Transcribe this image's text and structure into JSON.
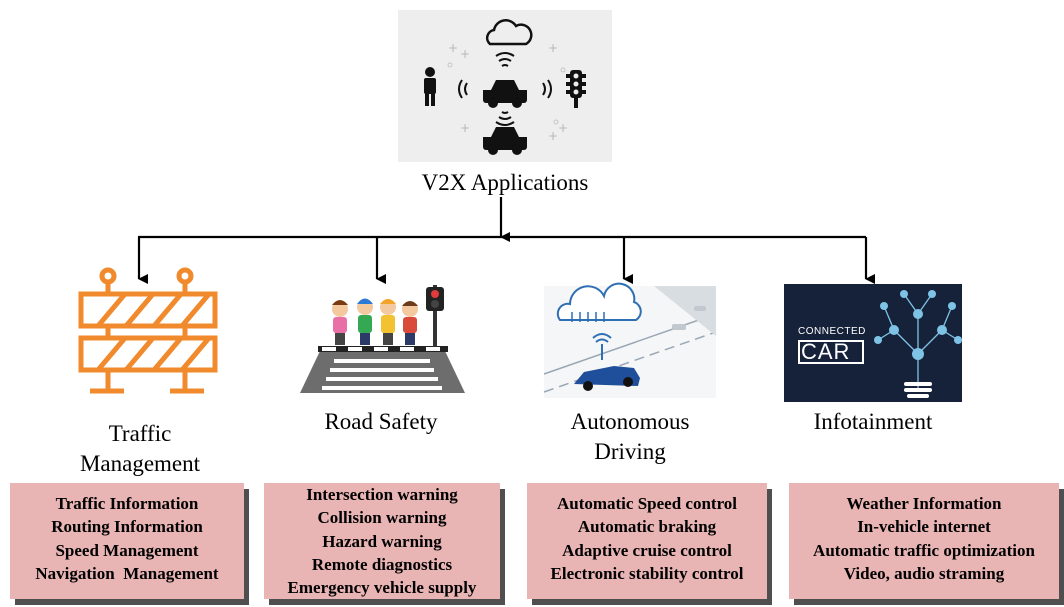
{
  "root": {
    "label": "V2X Applications"
  },
  "categories": [
    {
      "title_lines": [
        "Traffic",
        "Management"
      ],
      "icon": "road-barrier-icon",
      "items": [
        "Traffic Information",
        "Routing Information",
        "Speed Management",
        "Navigation  Management"
      ]
    },
    {
      "title_lines": [
        "Road Safety"
      ],
      "icon": "crosswalk-children-icon",
      "items": [
        "Intersection warning",
        "Collision warning",
        "Hazard warning",
        "Remote diagnostics",
        "Emergency vehicle supply"
      ]
    },
    {
      "title_lines": [
        "Autonomous",
        "Driving"
      ],
      "icon": "connected-car-cloud-icon",
      "items": [
        "Automatic Speed control",
        "Automatic braking",
        "Adaptive cruise control",
        "Electronic stability control"
      ]
    },
    {
      "title_lines": [
        "Infotainment"
      ],
      "icon": "connected-car-bulb-icon",
      "badge_lines": [
        "CONNECTED",
        "CAR"
      ],
      "items": [
        "Weather Information",
        "In-vehicle internet",
        "Automatic traffic optimization",
        "Video, audio straming"
      ]
    }
  ],
  "colors": {
    "card_fill": "#e8b4b4",
    "card_shadow": "#4f4f4f",
    "barrier_orange": "#f08a2c",
    "infotainment_bg": "#16223a",
    "infotainment_accent": "#7ec3e6"
  }
}
